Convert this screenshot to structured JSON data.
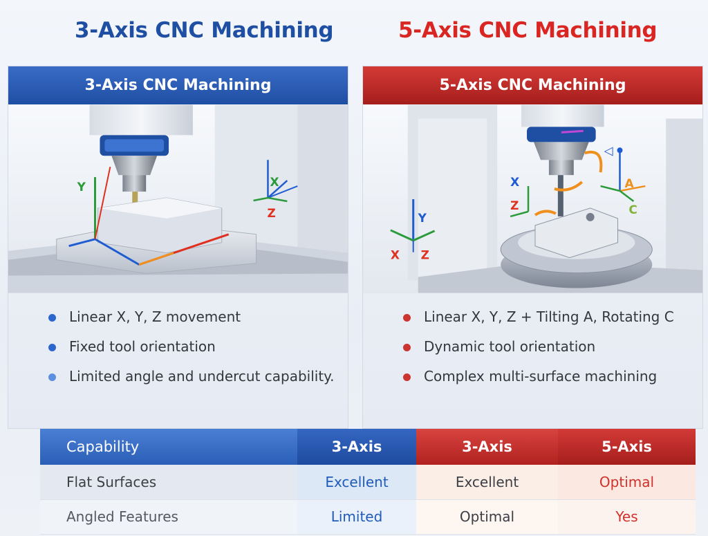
{
  "titles": {
    "three_axis": "3-Axis CNC Machining",
    "five_axis": "5-Axis CNC Machining"
  },
  "panel_3": {
    "header": "3-Axis CNC Machining",
    "axes": {
      "y": "Y",
      "x": "X",
      "z": "Z"
    },
    "features": [
      "Linear X, Y, Z movement",
      "Fixed tool orientation",
      "Limited angle and undercut capability."
    ]
  },
  "panel_5": {
    "header": "5-Axis CNC Machining",
    "axes": {
      "x": "X",
      "y": "Y",
      "z": "Z",
      "a": "A",
      "c": "C"
    },
    "features": [
      "Linear X, Y, Z + Tilting A, Rotating C",
      "Dynamic tool orientation",
      "Complex multi-surface machining"
    ]
  },
  "table": {
    "headers": [
      "Capability",
      "3-Axis",
      "3-Axis",
      "5-Axis"
    ],
    "rows": [
      [
        "Flat Surfaces",
        "Excellent",
        "Excellent",
        "Optimal"
      ],
      [
        "Angled Features",
        "Limited",
        "Optimal",
        "Yes"
      ]
    ]
  },
  "colors": {
    "blue": "#1f4fa3",
    "red": "#d92623",
    "axis_green": "#2a9a3a",
    "axis_orange": "#f0901c"
  }
}
